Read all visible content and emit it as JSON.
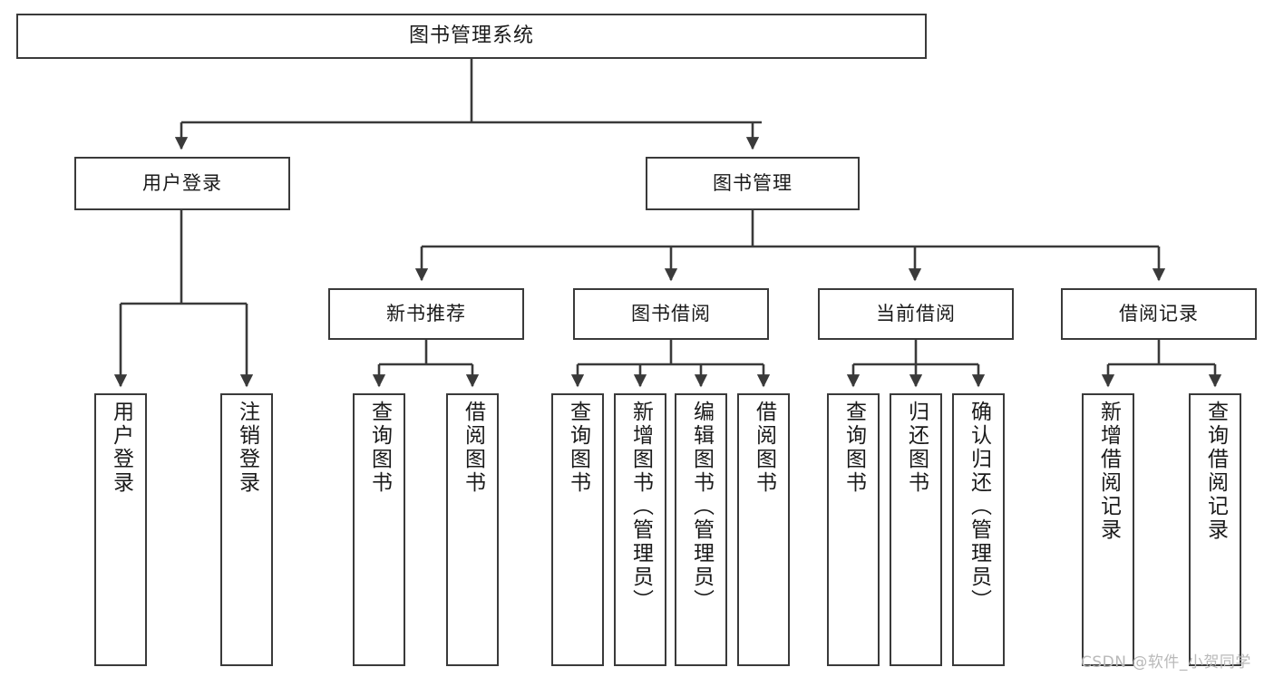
{
  "diagram": {
    "title": "图书管理系统",
    "type": "tree-hierarchy-chart",
    "root": {
      "label": "图书管理系统"
    },
    "level2": [
      {
        "label": "用户登录"
      },
      {
        "label": "图书管理"
      }
    ],
    "level3": [
      {
        "label": "新书推荐"
      },
      {
        "label": "图书借阅"
      },
      {
        "label": "当前借阅"
      },
      {
        "label": "借阅记录"
      }
    ],
    "leaves": {
      "user_login": [
        {
          "label": "用户登录"
        },
        {
          "label": "注销登录"
        }
      ],
      "new_book_recommend": [
        {
          "label": "查询图书"
        },
        {
          "label": "借阅图书"
        }
      ],
      "book_borrow": [
        {
          "label": "查询图书"
        },
        {
          "label": "新增图书（管理员）"
        },
        {
          "label": "编辑图书（管理员）"
        },
        {
          "label": "借阅图书"
        }
      ],
      "current_borrow": [
        {
          "label": "查询图书"
        },
        {
          "label": "归还图书"
        },
        {
          "label": "确认归还（管理员）"
        }
      ],
      "borrow_record": [
        {
          "label": "新增借阅记录"
        },
        {
          "label": "查询借阅记录"
        }
      ]
    }
  },
  "watermark": {
    "text": "CSDN @软件_小贺同学"
  },
  "colors": {
    "border": "#3a3a3a",
    "background": "#ffffff",
    "text": "#1a1a1a",
    "watermark": "#b9b9b9"
  }
}
